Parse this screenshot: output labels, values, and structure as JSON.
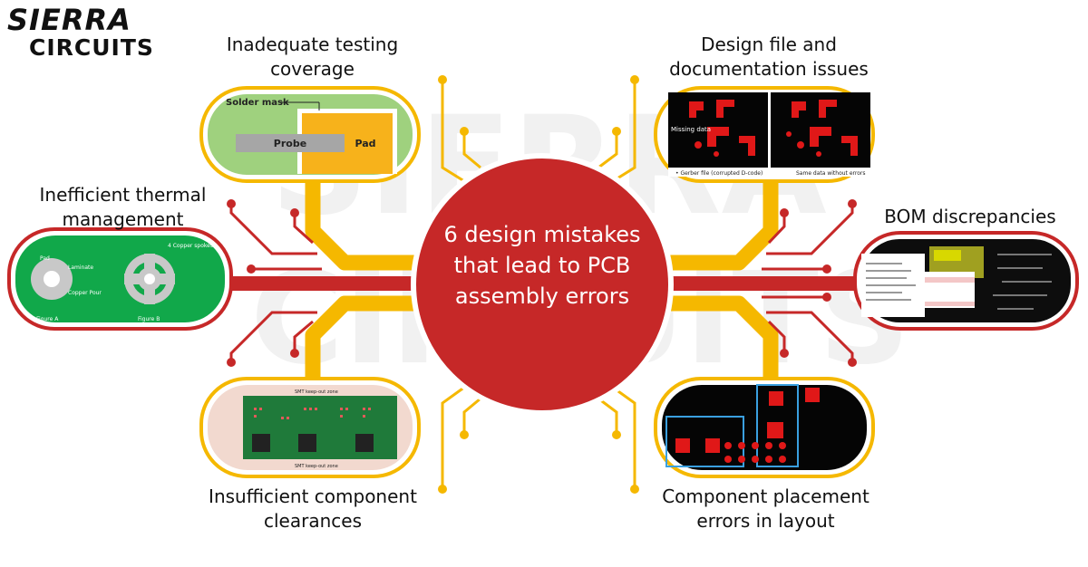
{
  "logo": {
    "line1": "SIERRA",
    "line2": "CIRCUITS",
    "watermark": "SIERRA CIRCUITS"
  },
  "center": {
    "title": "6 design mistakes that lead to PCB assembly errors"
  },
  "colors": {
    "red": "#c62828",
    "yellow": "#f5b800",
    "green_board": "#11a84a",
    "light_green": "#9fd17e",
    "pad_orange": "#f7b21b"
  },
  "items": [
    {
      "label": "Inadequate testing coverage",
      "image": {
        "solder_mask": "Solder mask",
        "probe": "Probe",
        "pad": "Pad"
      }
    },
    {
      "label": "Design file and documentation issues",
      "image": {
        "missing": "Missing data",
        "caption_left": "• Gerber file (corrupted D-code)",
        "caption_right": "Same data without errors"
      }
    },
    {
      "label": "Inefficient thermal management",
      "image": {
        "pad": "Pad",
        "laminate": "Laminate",
        "copper_pour": "Copper Pour",
        "spokes": "4 Copper spokes",
        "fig_a": "Figure A",
        "fig_b": "Figure B"
      }
    },
    {
      "label": "BOM discrepancies",
      "image": {}
    },
    {
      "label": "Insufficient component clearances",
      "image": {
        "zone_top": "SMT keep-out zone",
        "zone_bottom": "SMT keep-out zone"
      }
    },
    {
      "label": "Component placement errors in layout",
      "image": {}
    }
  ]
}
